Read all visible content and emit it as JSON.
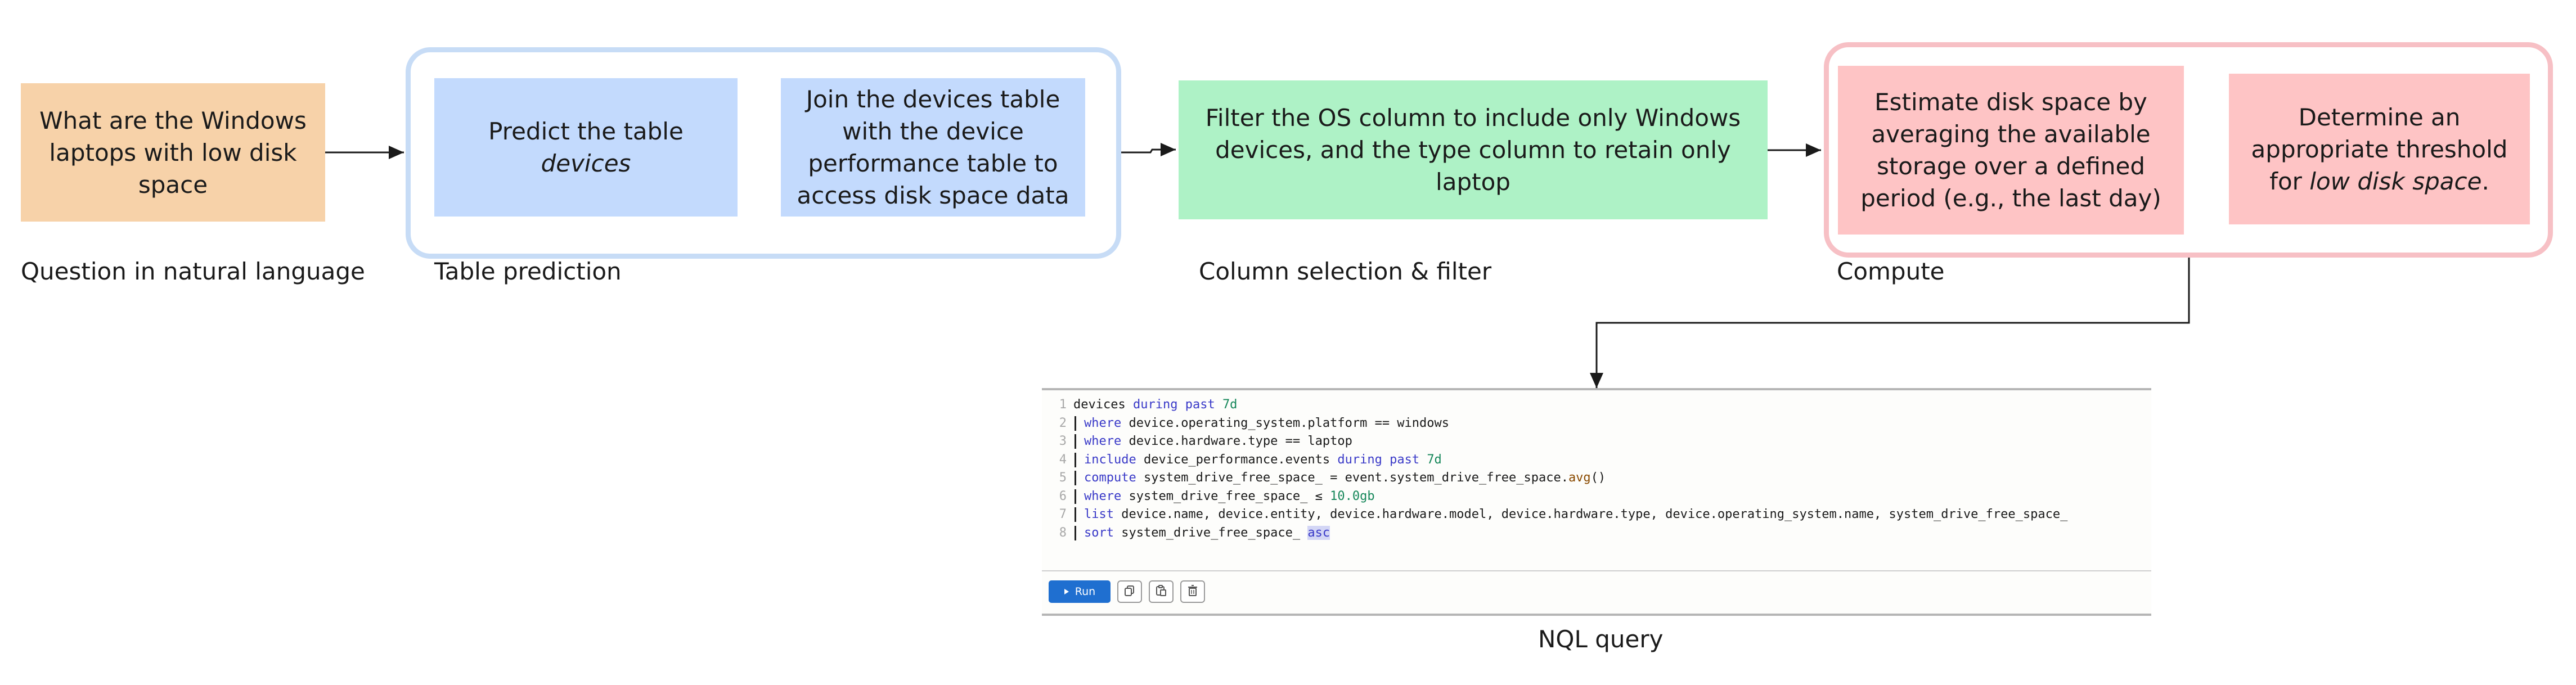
{
  "stages": {
    "question": {
      "box_text": "What are the Windows laptops with low disk space",
      "caption": "Question in natural language"
    },
    "table_prediction": {
      "box1_prefix": "Predict  the table ",
      "box1_italic": "devices",
      "box2_text": "Join the devices table with the device performance table to access disk space data",
      "caption": "Table prediction"
    },
    "column_selection": {
      "box_text": "Filter the OS column to include only Windows devices, and the type column to retain only laptop",
      "caption": "Column selection & filter"
    },
    "compute": {
      "box1_text": "Estimate disk space by averaging the available storage over a defined period (e.g., the last day)",
      "box2_prefix": "Determine an appropriate threshold for ",
      "box2_italic": "low disk space",
      "box2_suffix": ".",
      "caption": "Compute"
    }
  },
  "nql": {
    "caption": "NQL query",
    "run_label": "Run",
    "lines": [
      {
        "n": "1",
        "t": "devices during past 7d"
      },
      {
        "n": "2",
        "t": "| where device.operating_system.platform == windows"
      },
      {
        "n": "3",
        "t": "| where device.hardware.type == laptop"
      },
      {
        "n": "4",
        "t": "| include device_performance.events during past 7d"
      },
      {
        "n": "5",
        "t": "| compute system_drive_free_space_ = event.system_drive_free_space.avg()"
      },
      {
        "n": "6",
        "t": "| where system_drive_free_space_ ≤ 10.0gb"
      },
      {
        "n": "7",
        "t": "| list device.name, device.entity, device.hardware.model, device.hardware.type, device.operating_system.name, system_drive_free_space_"
      },
      {
        "n": "8",
        "t": "| sort system_drive_free_space_ asc"
      }
    ],
    "icons": [
      "copy-icon",
      "paste-icon",
      "trash-icon"
    ]
  },
  "colors": {
    "question_fill": "#f7d2a9",
    "table_fill": "#c3dafd",
    "filter_fill": "#aef2c6",
    "compute_fill": "#fec4c5",
    "table_group_border": "#c7dcf6",
    "compute_group_border": "#f7c0c5",
    "run_button": "#1f6fd0"
  }
}
